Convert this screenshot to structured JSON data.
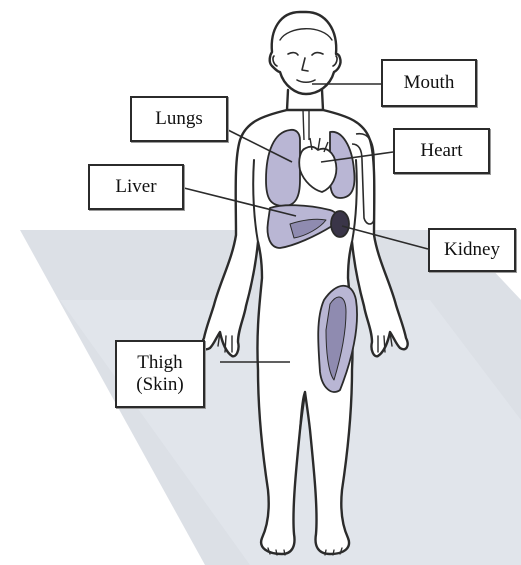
{
  "labels": {
    "mouth": "Mouth",
    "lungs": "Lungs",
    "heart": "Heart",
    "liver": "Liver",
    "kidney": "Kidney",
    "thigh_line1": "Thigh",
    "thigh_line2": "(Skin)"
  },
  "colors": {
    "outline": "#2b2b2b",
    "organ_fill": "#b9b6d4",
    "organ_dark": "#8f8bb0",
    "kidney_fill": "#3a3548",
    "floor_shadow": "#d6dae2"
  }
}
